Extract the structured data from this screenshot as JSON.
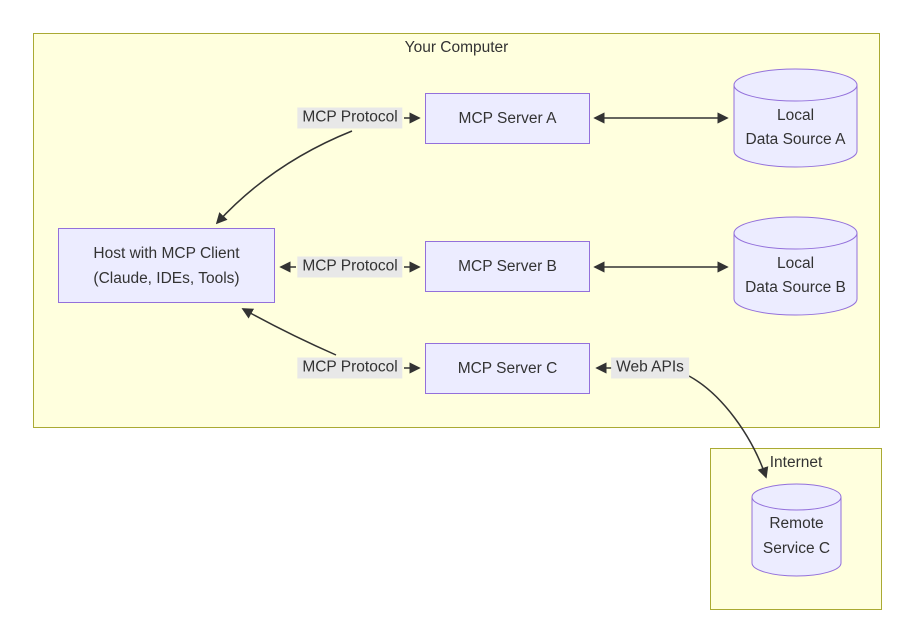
{
  "groups": {
    "your_computer": {
      "label": "Your Computer"
    },
    "internet": {
      "label": "Internet"
    }
  },
  "nodes": {
    "host": {
      "line1": "Host with MCP Client",
      "line2": "(Claude, IDEs, Tools)"
    },
    "server_a": {
      "label": "MCP Server A"
    },
    "server_b": {
      "label": "MCP Server B"
    },
    "server_c": {
      "label": "MCP Server C"
    },
    "data_source_a": {
      "line1": "Local",
      "line2": "Data Source A"
    },
    "data_source_b": {
      "line1": "Local",
      "line2": "Data Source B"
    },
    "remote_service_c": {
      "line1": "Remote",
      "line2": "Service C"
    }
  },
  "edge_labels": {
    "protocol_a": {
      "label": "MCP Protocol"
    },
    "protocol_b": {
      "label": "MCP Protocol"
    },
    "protocol_c": {
      "label": "MCP Protocol"
    },
    "web_apis": {
      "label": "Web APIs"
    }
  },
  "colors": {
    "node_fill": "#ECECFF",
    "node_border": "#9370DB",
    "group_fill": "#FFFFDE",
    "group_border": "#AAAA33",
    "edge_label_bg": "#E8E8E8",
    "edge_stroke": "#333333",
    "text": "#333333",
    "background": "#FFFFFF"
  }
}
